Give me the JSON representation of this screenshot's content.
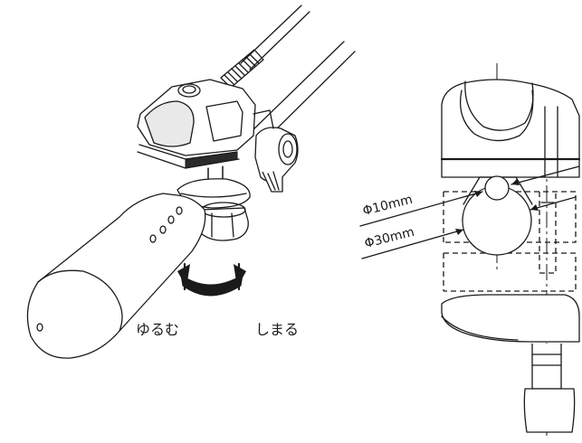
{
  "labels": {
    "loosen": "ゆるむ",
    "tighten": "しまる",
    "dim_small": "Φ10mm",
    "dim_large": "Φ30mm"
  }
}
